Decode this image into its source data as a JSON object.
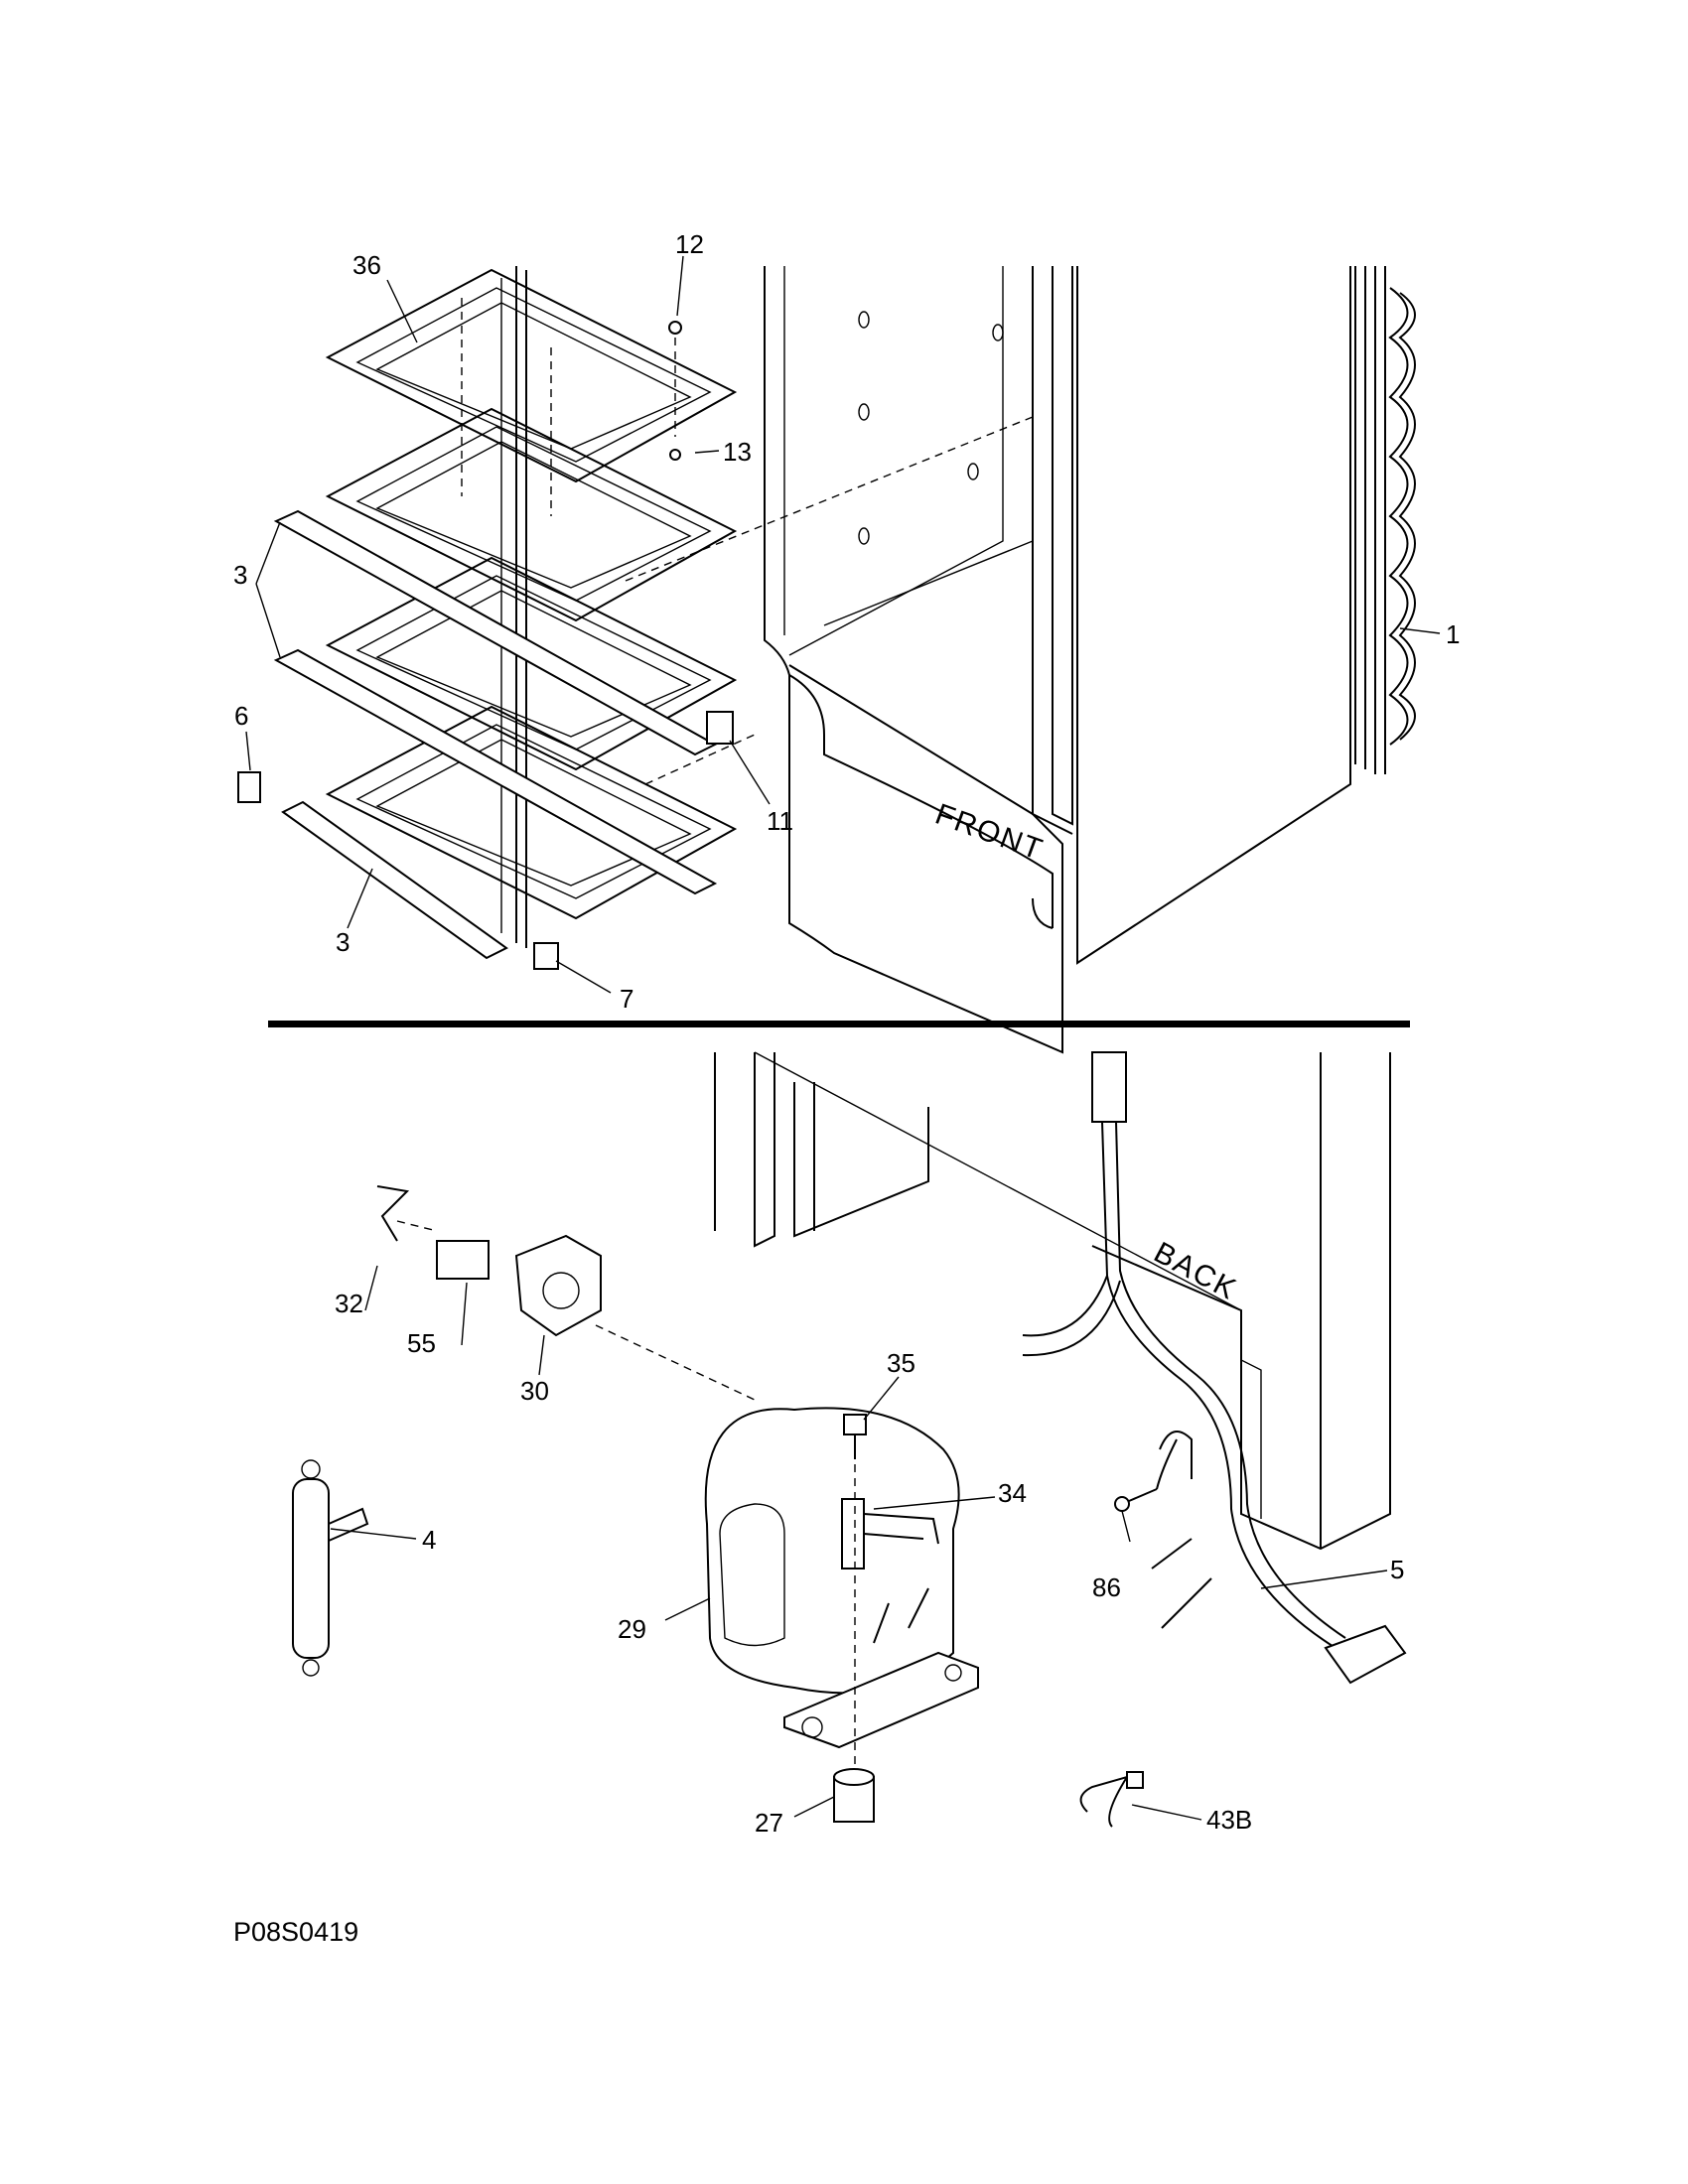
{
  "diagram": {
    "drawing_code": "P08S0419",
    "face_labels": {
      "front": "FRONT",
      "back": "BACK"
    },
    "callouts": {
      "p36": "36",
      "p12": "12",
      "p13": "13",
      "p3a": "3",
      "p6": "6",
      "p3b": "3",
      "p11": "11",
      "p7": "7",
      "p1": "1",
      "p32": "32",
      "p55": "55",
      "p30": "30",
      "p35": "35",
      "p34": "34",
      "p4": "4",
      "p86": "86",
      "p5": "5",
      "p29": "29",
      "p27": "27",
      "p43b": "43B"
    }
  }
}
